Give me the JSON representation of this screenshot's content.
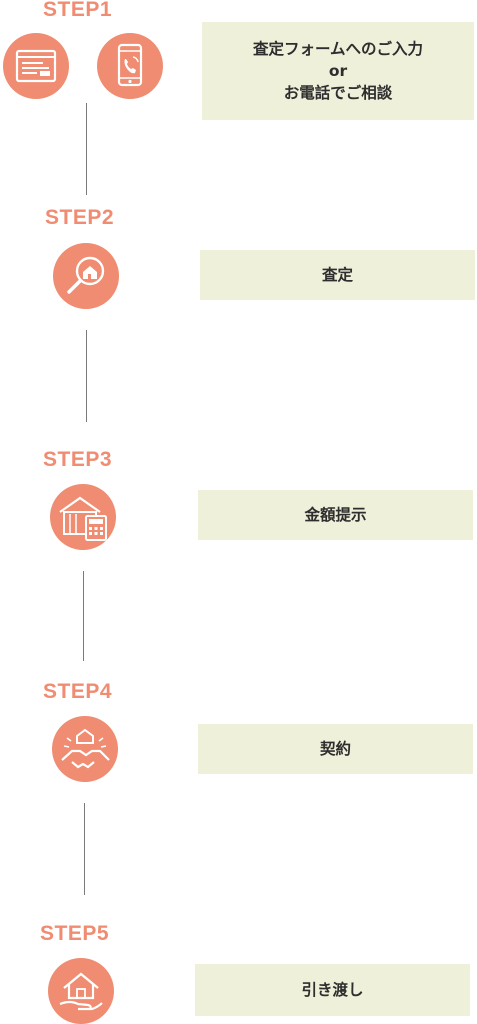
{
  "steps": [
    {
      "label": "STEP1",
      "lines": [
        "査定フォームへのご入力",
        "or",
        "お電話でご相談"
      ],
      "icons": [
        "form-icon",
        "smartphone-call-icon"
      ]
    },
    {
      "label": "STEP2",
      "lines": [
        "査定"
      ],
      "icons": [
        "magnifier-house-icon"
      ]
    },
    {
      "label": "STEP3",
      "lines": [
        "金額提示"
      ],
      "icons": [
        "house-calculator-icon"
      ]
    },
    {
      "label": "STEP4",
      "lines": [
        "契約"
      ],
      "icons": [
        "handshake-house-icon"
      ]
    },
    {
      "label": "STEP5",
      "lines": [
        "引き渡し"
      ],
      "icons": [
        "hand-house-icon"
      ]
    }
  ],
  "colors": {
    "accent": "#ef8c71",
    "box_background": "#eff0da",
    "text": "#2e2e2e",
    "connector": "#7a7a7a"
  }
}
